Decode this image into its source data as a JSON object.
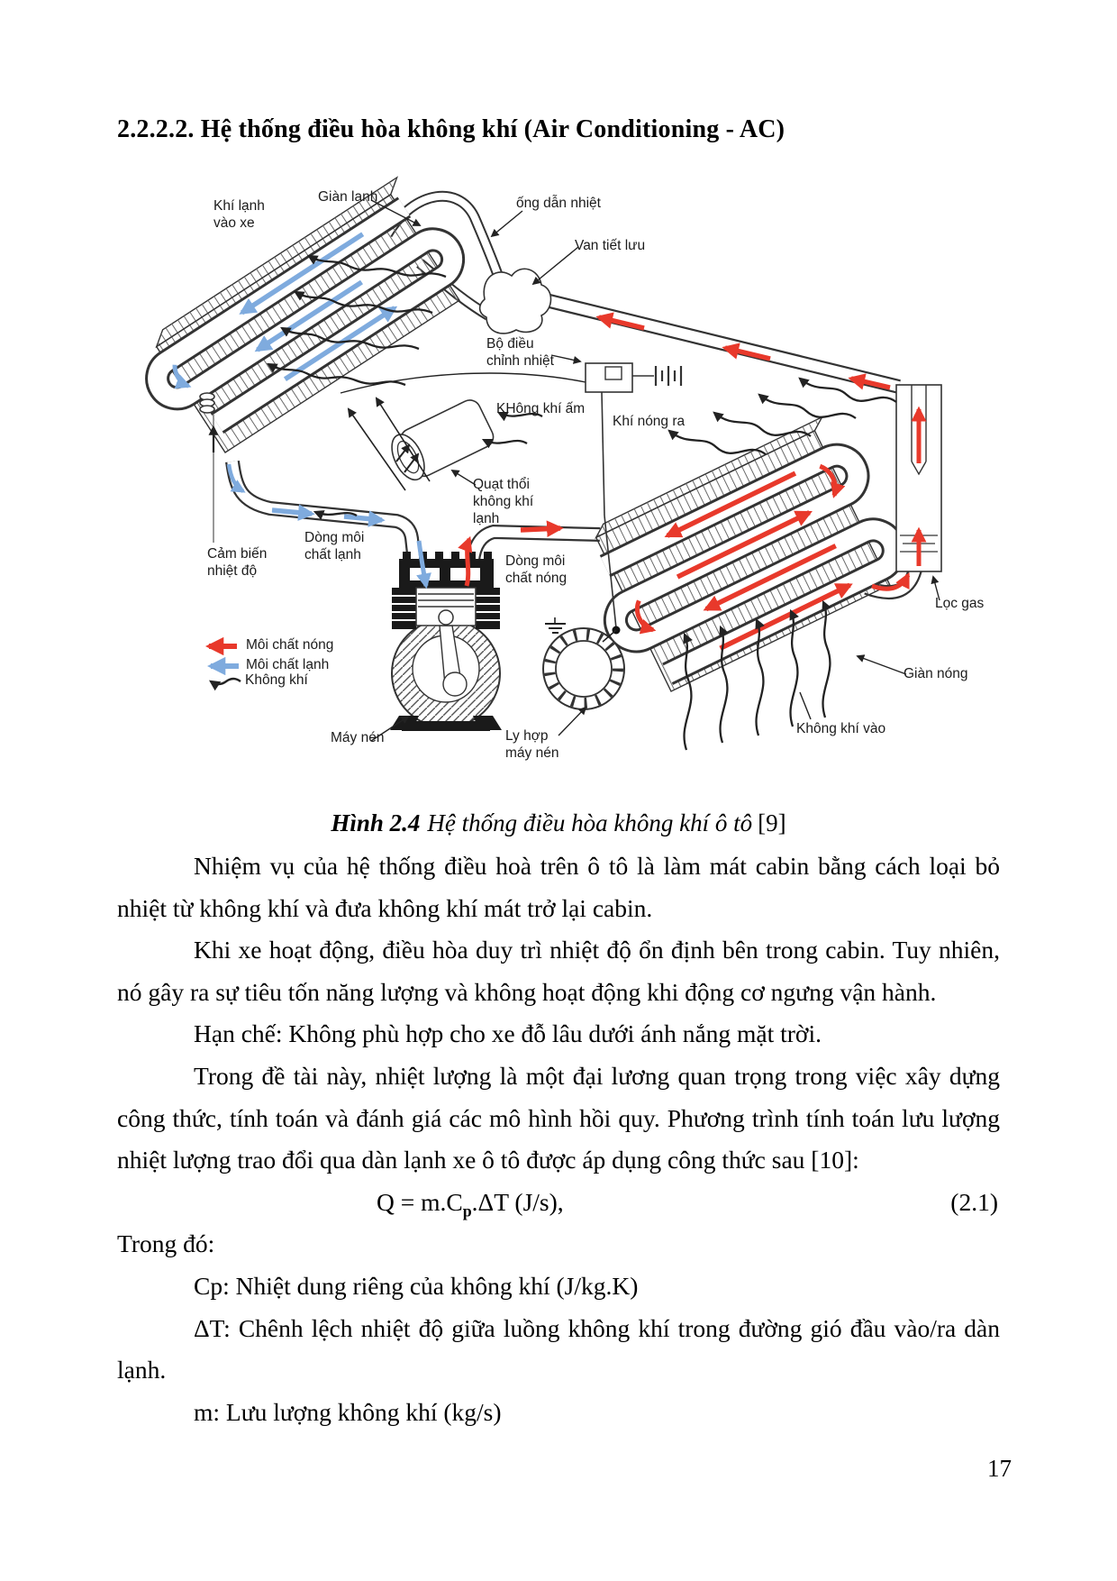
{
  "page": {
    "heading": "2.2.2.2. Hệ thống điều hòa không khí (Air Conditioning - AC)",
    "page_number": "17"
  },
  "figure": {
    "caption": {
      "label": "Hình 2.4",
      "text": "Hệ thống điều hòa không khí ô tô",
      "ref": "[9]"
    },
    "labels": {
      "khi_lanh_vao_xe": "Khí lạnh\nvào xe",
      "gian_lanh": "Giàn lạnh",
      "ong_dan_nhiet": "ống dẫn nhiệt",
      "van_tiet_luu": "Van tiết lưu",
      "bo_dieu_chinh_nhiet": "Bộ điều\nchỉnh nhiệt",
      "khong_khi_am": "KHông khí ấm",
      "khi_nong_ra": "Khí nóng ra",
      "quat_thoi": "Quạt thổi\nkhông khí\nlạnh",
      "dong_moi_chat_lanh": "Dòng môi\nchất lạnh",
      "cam_bien_nhiet_do": "Cảm biến\nnhiệt độ",
      "dong_moi_chat_nong": "Dòng môi\nchất nóng",
      "loc_gas": "Lọc gas",
      "gian_nong": "Giàn nóng",
      "khong_khi_vao": "Không khí vào",
      "may_nen": "Máy nén",
      "ly_hop_may_nen": "Ly hợp\nmáy nén"
    },
    "legend": {
      "items": [
        {
          "name": "hot-refrigerant",
          "label": "Môi chất nóng",
          "color": "#e8392b"
        },
        {
          "name": "cold-refrigerant",
          "label": "Môi chất lạnh",
          "color": "#7fabde"
        },
        {
          "name": "air",
          "label": "Không khí",
          "color": "#222222"
        }
      ]
    },
    "colors": {
      "hot": "#e8392b",
      "cold": "#7fabde",
      "line": "#333333"
    }
  },
  "content": {
    "paragraphs": [
      {
        "text": "Nhiệm vụ của hệ thống điều hoà trên ô tô là làm mát cabin bằng cách loại bỏ nhiệt từ không khí và đưa không khí mát trở lại cabin."
      },
      {
        "text": "Khi xe hoạt động, điều hòa duy trì nhiệt độ ổn định bên trong cabin. Tuy nhiên, nó gây ra sự tiêu tốn năng lượng và không hoạt động khi động cơ ngưng vận hành."
      },
      {
        "text": "Hạn chế: Không phù hợp cho xe đỗ lâu dưới ánh nắng mặt trời."
      },
      {
        "text": "Trong đề tài này, nhiệt lượng là một đại lương quan trọng trong việc xây dựng công thức, tính toán và đánh giá các mô hình hồi quy. Phương trình tính toán lưu lượng nhiệt lượng trao đổi qua dàn lạnh xe ô tô được áp dụng công thức sau [10]:"
      }
    ],
    "equation": {
      "lhs": "Q = m.C",
      "sub": "p",
      "rhs": ".ΔT (J/s),",
      "number": "(2.1)"
    },
    "where_intro": "Trong đó:",
    "definitions": [
      {
        "text": "Cp: Nhiệt dung riêng của không khí (J/kg.K)"
      },
      {
        "text": "ΔT: Chênh lệch nhiệt độ giữa luồng không khí trong đường gió đầu vào/ra dàn lạnh."
      },
      {
        "text": "m: Lưu lượng không khí (kg/s)"
      }
    ]
  }
}
